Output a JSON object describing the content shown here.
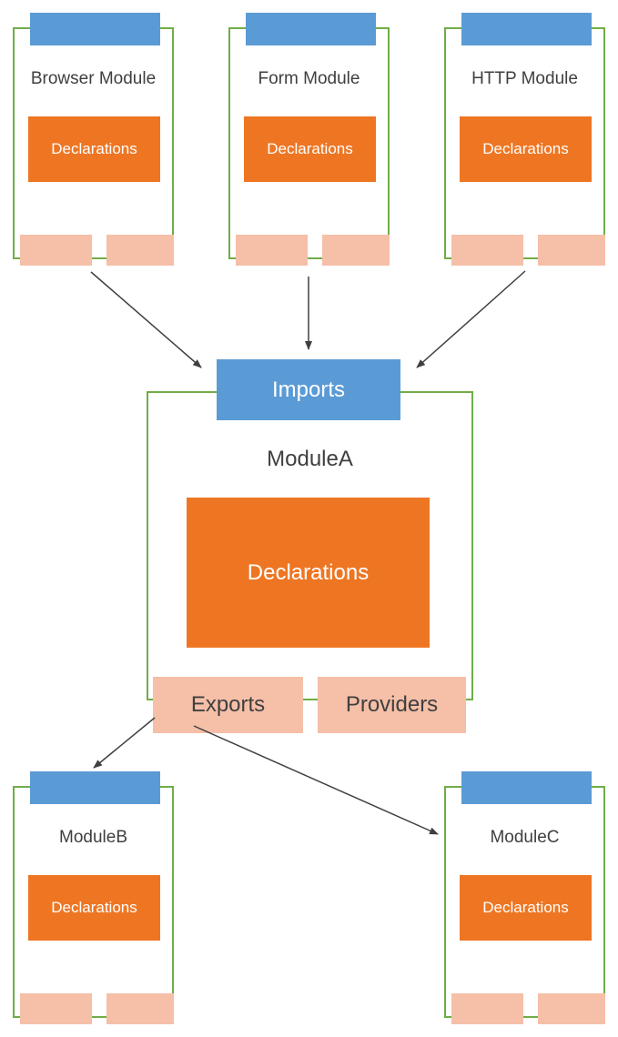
{
  "diagram": {
    "top_modules": [
      {
        "title": "Browser Module",
        "declarations_label": "Declarations"
      },
      {
        "title": "Form Module",
        "declarations_label": "Declarations"
      },
      {
        "title": "HTTP Module",
        "declarations_label": "Declarations"
      }
    ],
    "main_module": {
      "imports_label": "Imports",
      "title": "ModuleA",
      "declarations_label": "Declarations",
      "exports_label": "Exports",
      "providers_label": "Providers"
    },
    "bottom_modules": [
      {
        "title": "ModuleB",
        "declarations_label": "Declarations"
      },
      {
        "title": "ModuleC",
        "declarations_label": "Declarations"
      }
    ],
    "colors": {
      "blue": "#5b9bd5",
      "orange": "#ee7623",
      "salmon": "#f5bfa8",
      "green_border": "#70ad47",
      "arrow": "#3f3f3f"
    }
  }
}
